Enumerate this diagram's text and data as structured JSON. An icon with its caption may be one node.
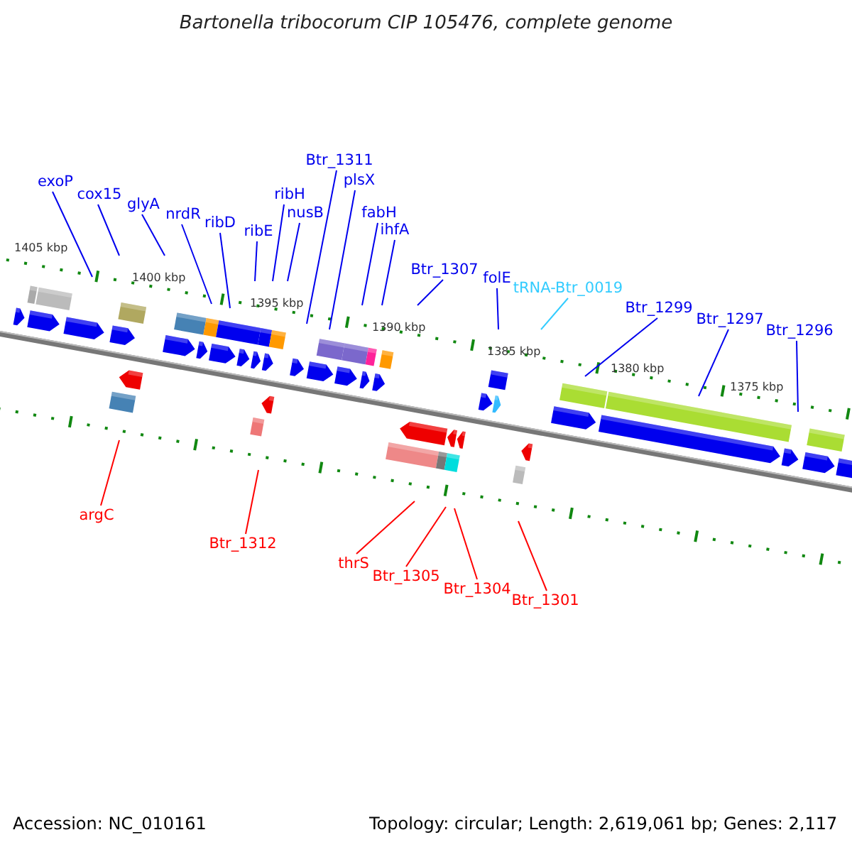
{
  "diagram": {
    "title": "Bartonella tribocorum CIP 105476, complete genome",
    "nodes": [
      {
        "text": [
          "exoP"
        ]
      },
      {
        "text": [
          "cox15"
        ]
      },
      {
        "text": [
          "glyA"
        ]
      },
      {
        "text": [
          "nrdR"
        ]
      },
      {
        "text": [
          "ribD"
        ]
      },
      {
        "text": [
          "ribE"
        ]
      },
      {
        "text": [
          "ribH"
        ]
      },
      {
        "text": [
          "nusB"
        ]
      },
      {
        "text": [
          "Btr_1311"
        ]
      },
      {
        "text": [
          "plsX"
        ]
      },
      {
        "text": [
          "fabH"
        ]
      },
      {
        "text": [
          "ihfA"
        ]
      },
      {
        "text": [
          "Btr_1307"
        ]
      },
      {
        "text": [
          "folE"
        ]
      },
      {
        "text": [
          "tRNA-Btr_0019"
        ]
      },
      {
        "text": [
          "Btr_1299"
        ]
      },
      {
        "text": [
          "Btr_1297"
        ]
      },
      {
        "text": [
          "Btr_1296"
        ]
      },
      {
        "text": [
          "argC"
        ]
      },
      {
        "text": [
          "Btr_1312"
        ]
      },
      {
        "text": [
          "thrS"
        ]
      },
      {
        "text": [
          "Btr_1305"
        ]
      },
      {
        "text": [
          "Btr_1304"
        ]
      },
      {
        "text": [
          "Btr_1301"
        ]
      }
    ],
    "edges": [
      {
        "from": 0,
        "to": null,
        "arrow": "none"
      },
      {
        "from": 1,
        "to": null,
        "arrow": "none"
      },
      {
        "from": 2,
        "to": null,
        "arrow": "none"
      },
      {
        "from": 3,
        "to": null,
        "arrow": "none"
      },
      {
        "from": 4,
        "to": null,
        "arrow": "none"
      },
      {
        "from": 5,
        "to": null,
        "arrow": "none"
      },
      {
        "from": 6,
        "to": null,
        "arrow": "none"
      },
      {
        "from": 7,
        "to": null,
        "arrow": "none"
      },
      {
        "from": 8,
        "to": null,
        "arrow": "none"
      },
      {
        "from": 9,
        "to": null,
        "arrow": "none"
      },
      {
        "from": 10,
        "to": null,
        "arrow": "none"
      },
      {
        "from": 11,
        "to": null,
        "arrow": "none"
      },
      {
        "from": 12,
        "to": null,
        "arrow": "none"
      },
      {
        "from": 13,
        "to": null,
        "arrow": "none"
      },
      {
        "from": 14,
        "to": null,
        "arrow": "none",
        "color": "#33ccff"
      },
      {
        "from": 15,
        "to": null,
        "arrow": "none"
      },
      {
        "from": 16,
        "to": null,
        "arrow": "none"
      },
      {
        "from": 17,
        "to": null,
        "arrow": "none"
      },
      {
        "from": 18,
        "to": null,
        "arrow": "none",
        "color": "#ff0000"
      },
      {
        "from": 19,
        "to": null,
        "arrow": "none",
        "color": "#ff0000"
      },
      {
        "from": 20,
        "to": null,
        "arrow": "none",
        "color": "#ff0000"
      },
      {
        "from": 21,
        "to": null,
        "arrow": "none",
        "color": "#ff0000"
      },
      {
        "from": 22,
        "to": null,
        "arrow": "none",
        "color": "#ff0000"
      },
      {
        "from": 23,
        "to": null,
        "arrow": "none",
        "color": "#ff0000"
      }
    ],
    "labels": [
      "1405 kbp",
      "1400 kbp",
      "1395 kbp",
      "1390 kbp",
      "1385 kbp",
      "1380 kbp",
      "1375 kbp",
      "Accession: NC_010161",
      "Topology: circular; Length: 2,619,061 bp; Genes: 2,117"
    ]
  }
}
